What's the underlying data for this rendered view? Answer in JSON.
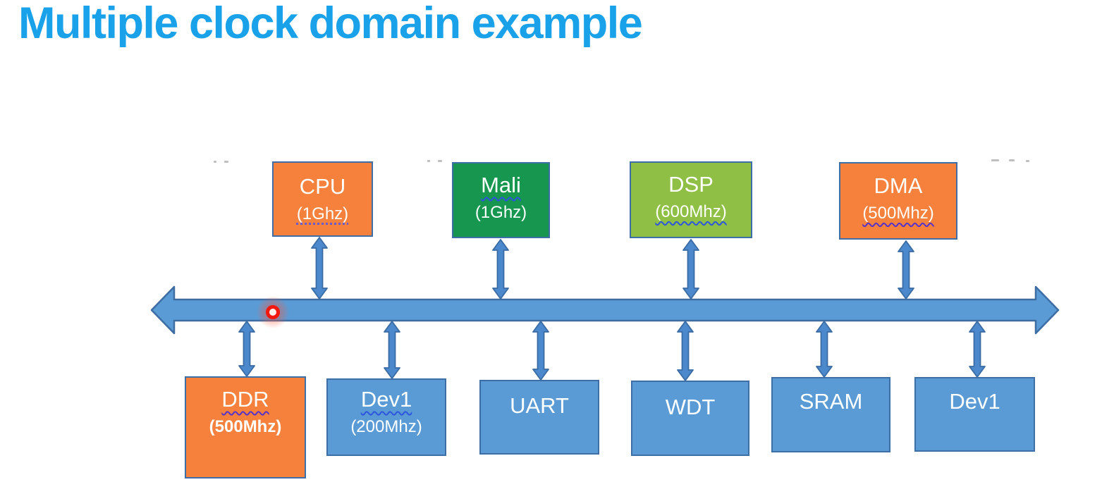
{
  "title": "Multiple clock domain example",
  "palette": {
    "title_blue": "#19A2E9",
    "orange": "#F5813C",
    "green_dark": "#17964F",
    "green_light": "#8FBF45",
    "blue": "#5B9BD5",
    "box_border_blue": "#3E6EA5",
    "bus_fill_blue": "#5B9BD5",
    "connector_fill_blue": "#4C89CC",
    "laser_red": "#F2180D"
  },
  "icons": {
    "bus": "horizontal-double-arrow-icon",
    "connector": "vertical-double-arrow-icon",
    "laser": "laser-pointer-dot-icon"
  },
  "nodes": {
    "top": [
      {
        "label": "CPU",
        "freq": "(1Ghz)"
      },
      {
        "label": "Mali",
        "freq": "(1Ghz)"
      },
      {
        "label": "DSP",
        "freq": "(600Mhz)"
      },
      {
        "label": "DMA",
        "freq": "(500Mhz)"
      }
    ],
    "bottom": [
      {
        "label": "DDR",
        "freq": "(500Mhz)"
      },
      {
        "label": "Dev1",
        "freq": "(200Mhz)"
      },
      {
        "label": "UART",
        "freq": ""
      },
      {
        "label": "WDT",
        "freq": ""
      },
      {
        "label": "SRAM",
        "freq": ""
      },
      {
        "label": "Dev1",
        "freq": ""
      }
    ]
  }
}
